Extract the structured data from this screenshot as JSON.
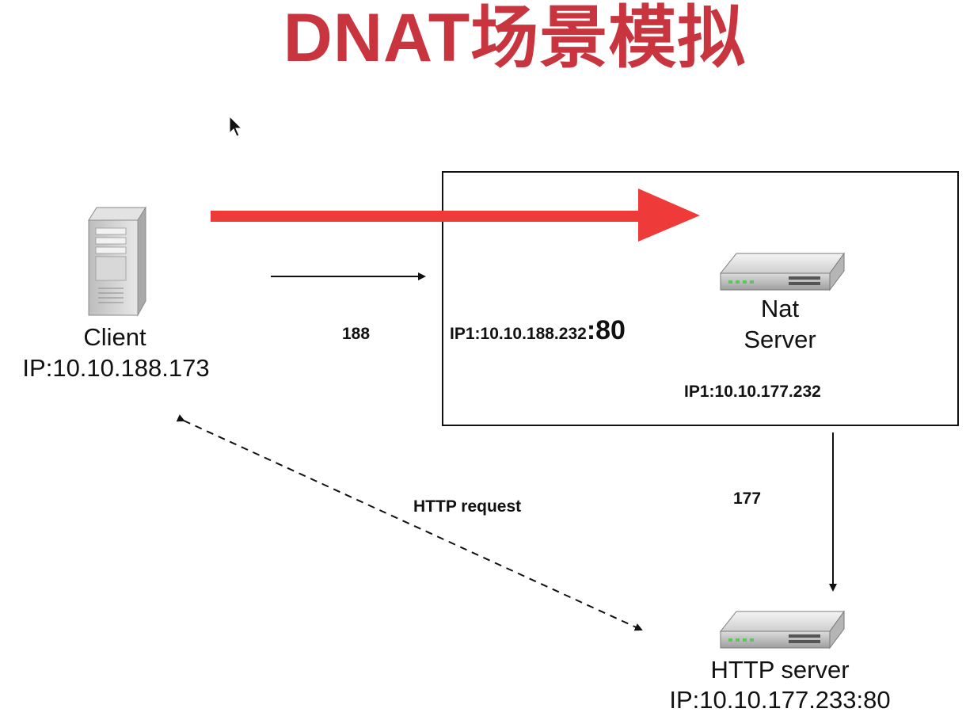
{
  "title": "DNAT场景模拟",
  "nodes": {
    "client": {
      "name": "Client",
      "ip": "IP:10.10.188.173"
    },
    "nat_server": {
      "name_line1": "Nat",
      "name_line2": "Server",
      "ip_in_prefix": "IP1:10.10.188.232",
      "ip_in_port": ":80",
      "ip_out": "IP1:10.10.177.232"
    },
    "http_server": {
      "name": "HTTP server",
      "ip": "IP:10.10.177.233:80"
    }
  },
  "edges": {
    "client_to_nat": "188",
    "nat_to_http": "177",
    "http_request": "HTTP request"
  },
  "colors": {
    "title": "#c8353f",
    "highlight_arrow": "#ef3a3a",
    "line": "#111111"
  }
}
